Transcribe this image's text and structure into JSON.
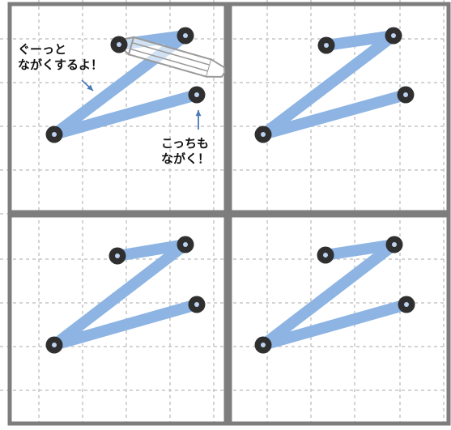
{
  "annotations": {
    "long_stroke_note": "ぐーっと\nながくするよ！",
    "this_one_too_note": "こっちも\nながく！"
  },
  "panels": [
    {
      "id": "top-left",
      "with_pencil": true,
      "with_annotations": true
    },
    {
      "id": "top-right",
      "with_pencil": false,
      "with_annotations": false
    },
    {
      "id": "bottom-left",
      "with_pencil": false,
      "with_annotations": false
    },
    {
      "id": "bottom-right",
      "with_pencil": false,
      "with_annotations": false
    }
  ],
  "icons": {
    "pencil": "pencil-icon",
    "arrow": "pointer-arrow-icon",
    "endpoint": "stroke-endpoint-dot-icon"
  },
  "colors": {
    "frame": "#7d7d7d",
    "grid_dash": "#c6c6c6",
    "stroke": "#8db4e3",
    "dot_outer": "#2f2f2f",
    "dot_inner": "#bcd2ef",
    "arrow": "#4a79b7",
    "pencil_outline": "#9a9a9a"
  }
}
